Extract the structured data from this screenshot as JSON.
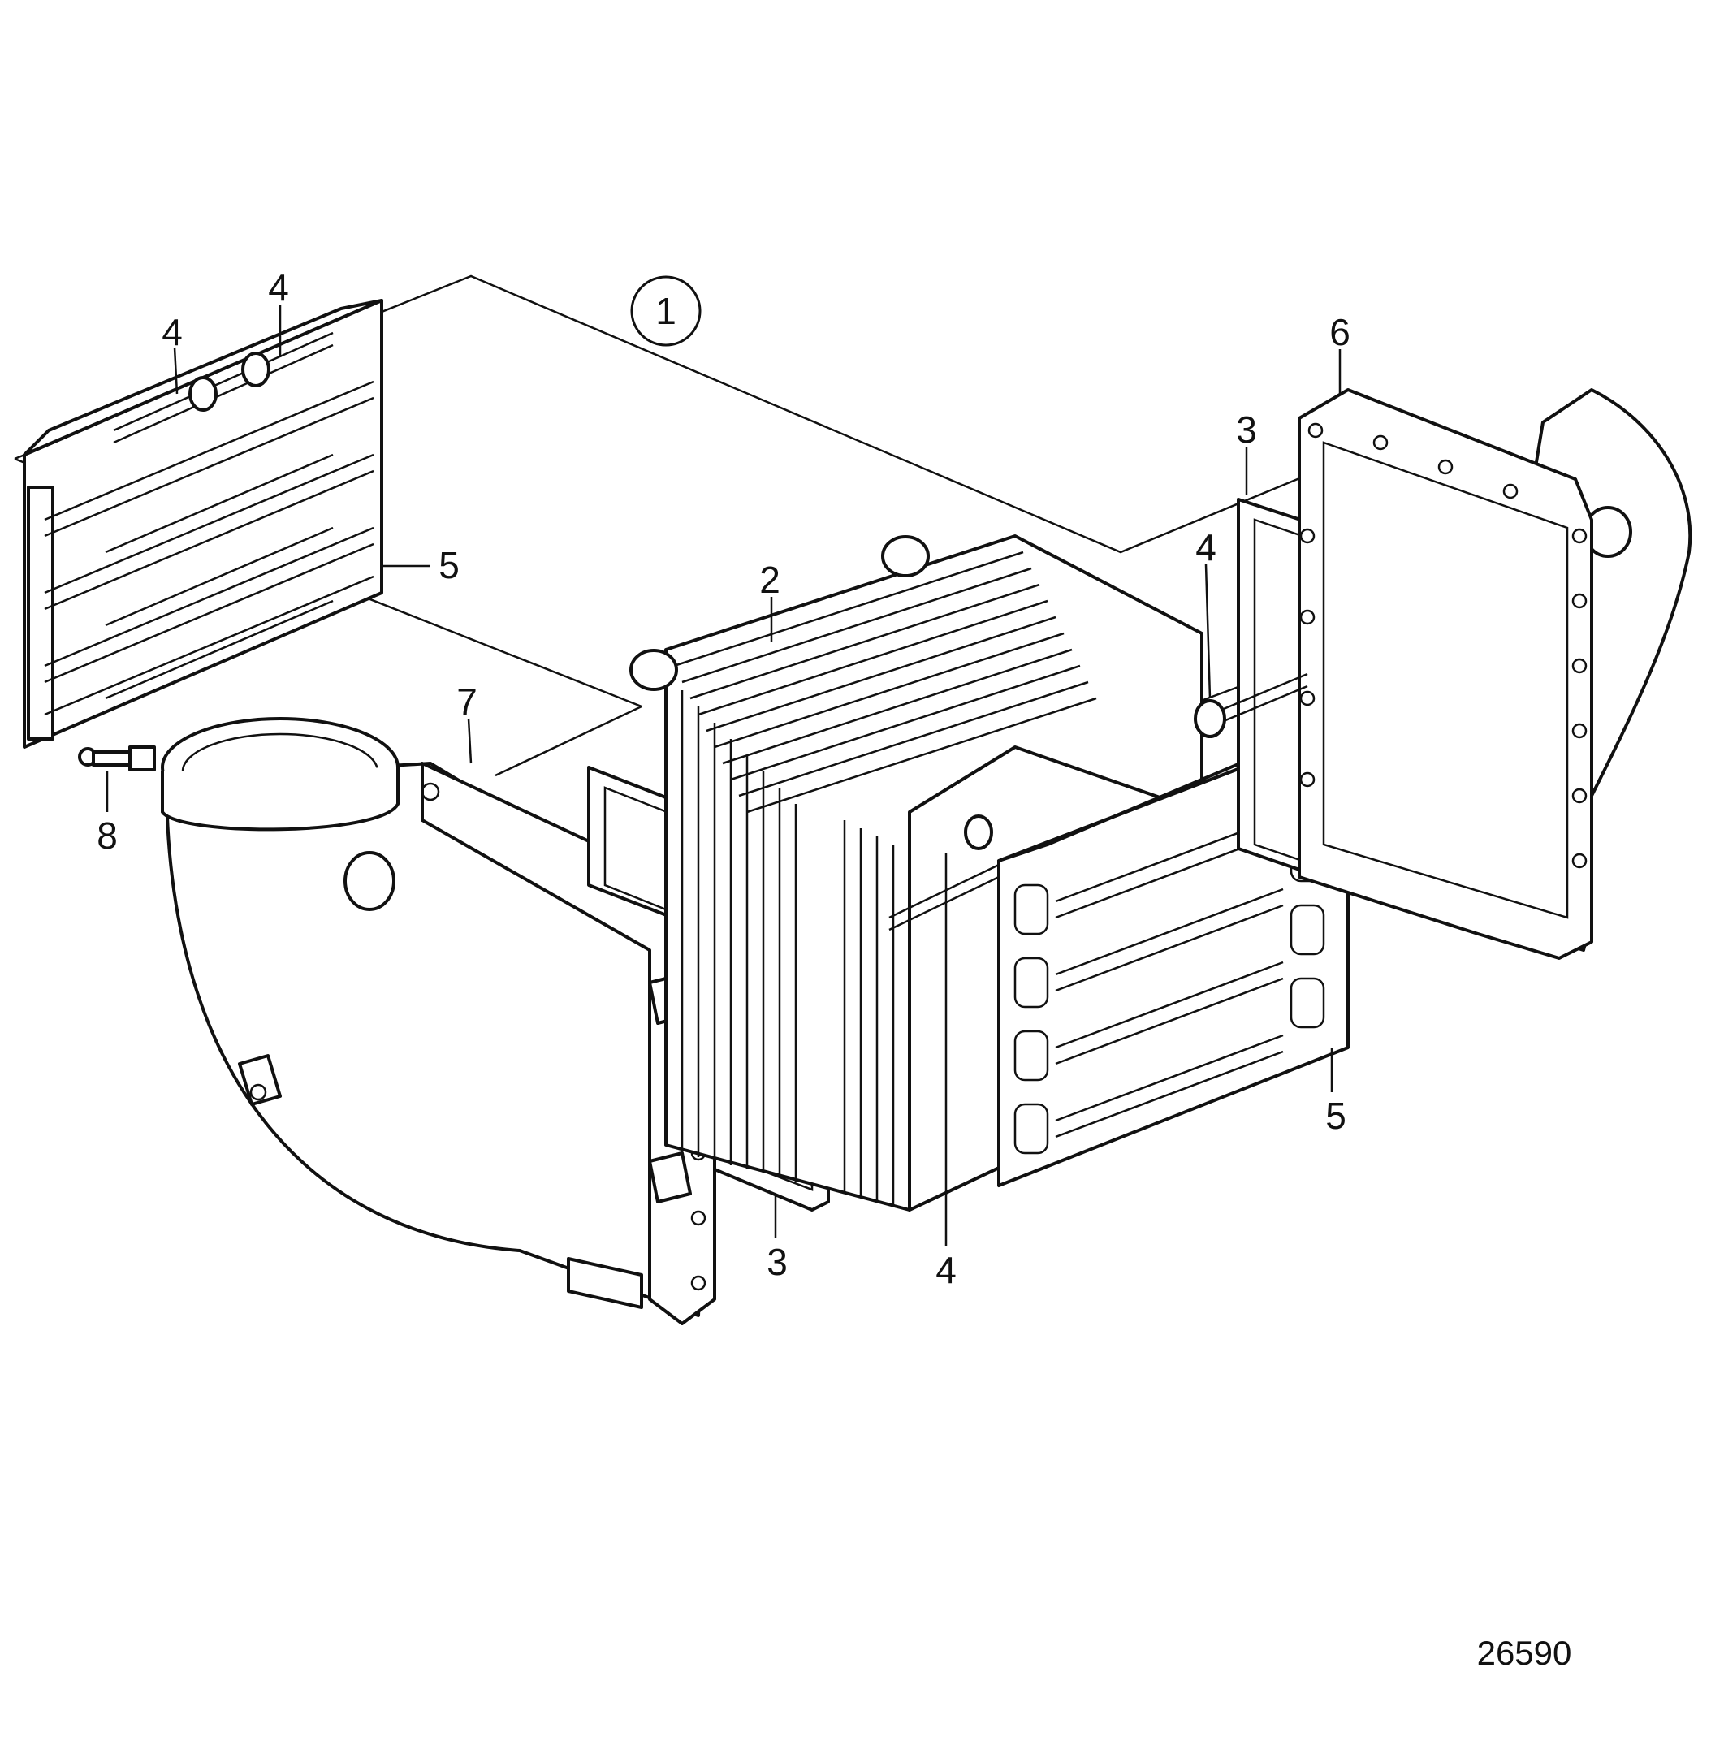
{
  "diagram": {
    "assembly_callout": "1",
    "callouts": {
      "c2": "2",
      "c3_top": "3",
      "c3_bottom": "3",
      "c4_left_a": "4",
      "c4_left_b": "4",
      "c4_right": "4",
      "c4_bottom": "4",
      "c5_left": "5",
      "c5_right": "5",
      "c6": "6",
      "c7": "7",
      "c8": "8"
    },
    "reference_number": "26590"
  }
}
